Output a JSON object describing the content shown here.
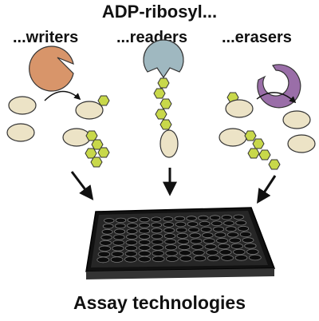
{
  "title": "ADP-ribosyl...",
  "columns": [
    {
      "label": "...writers",
      "enzyme_color": "#d8956a"
    },
    {
      "label": "...readers",
      "enzyme_color": "#9fb8c0"
    },
    {
      "label": "...erasers",
      "enzyme_color": "#9a6ea8"
    }
  ],
  "footer": "Assay technologies",
  "colors": {
    "protein": "#ece3c6",
    "adp_ribose": "#c8d84a",
    "plate": "#1a1a1a",
    "arrow": "#111111"
  }
}
